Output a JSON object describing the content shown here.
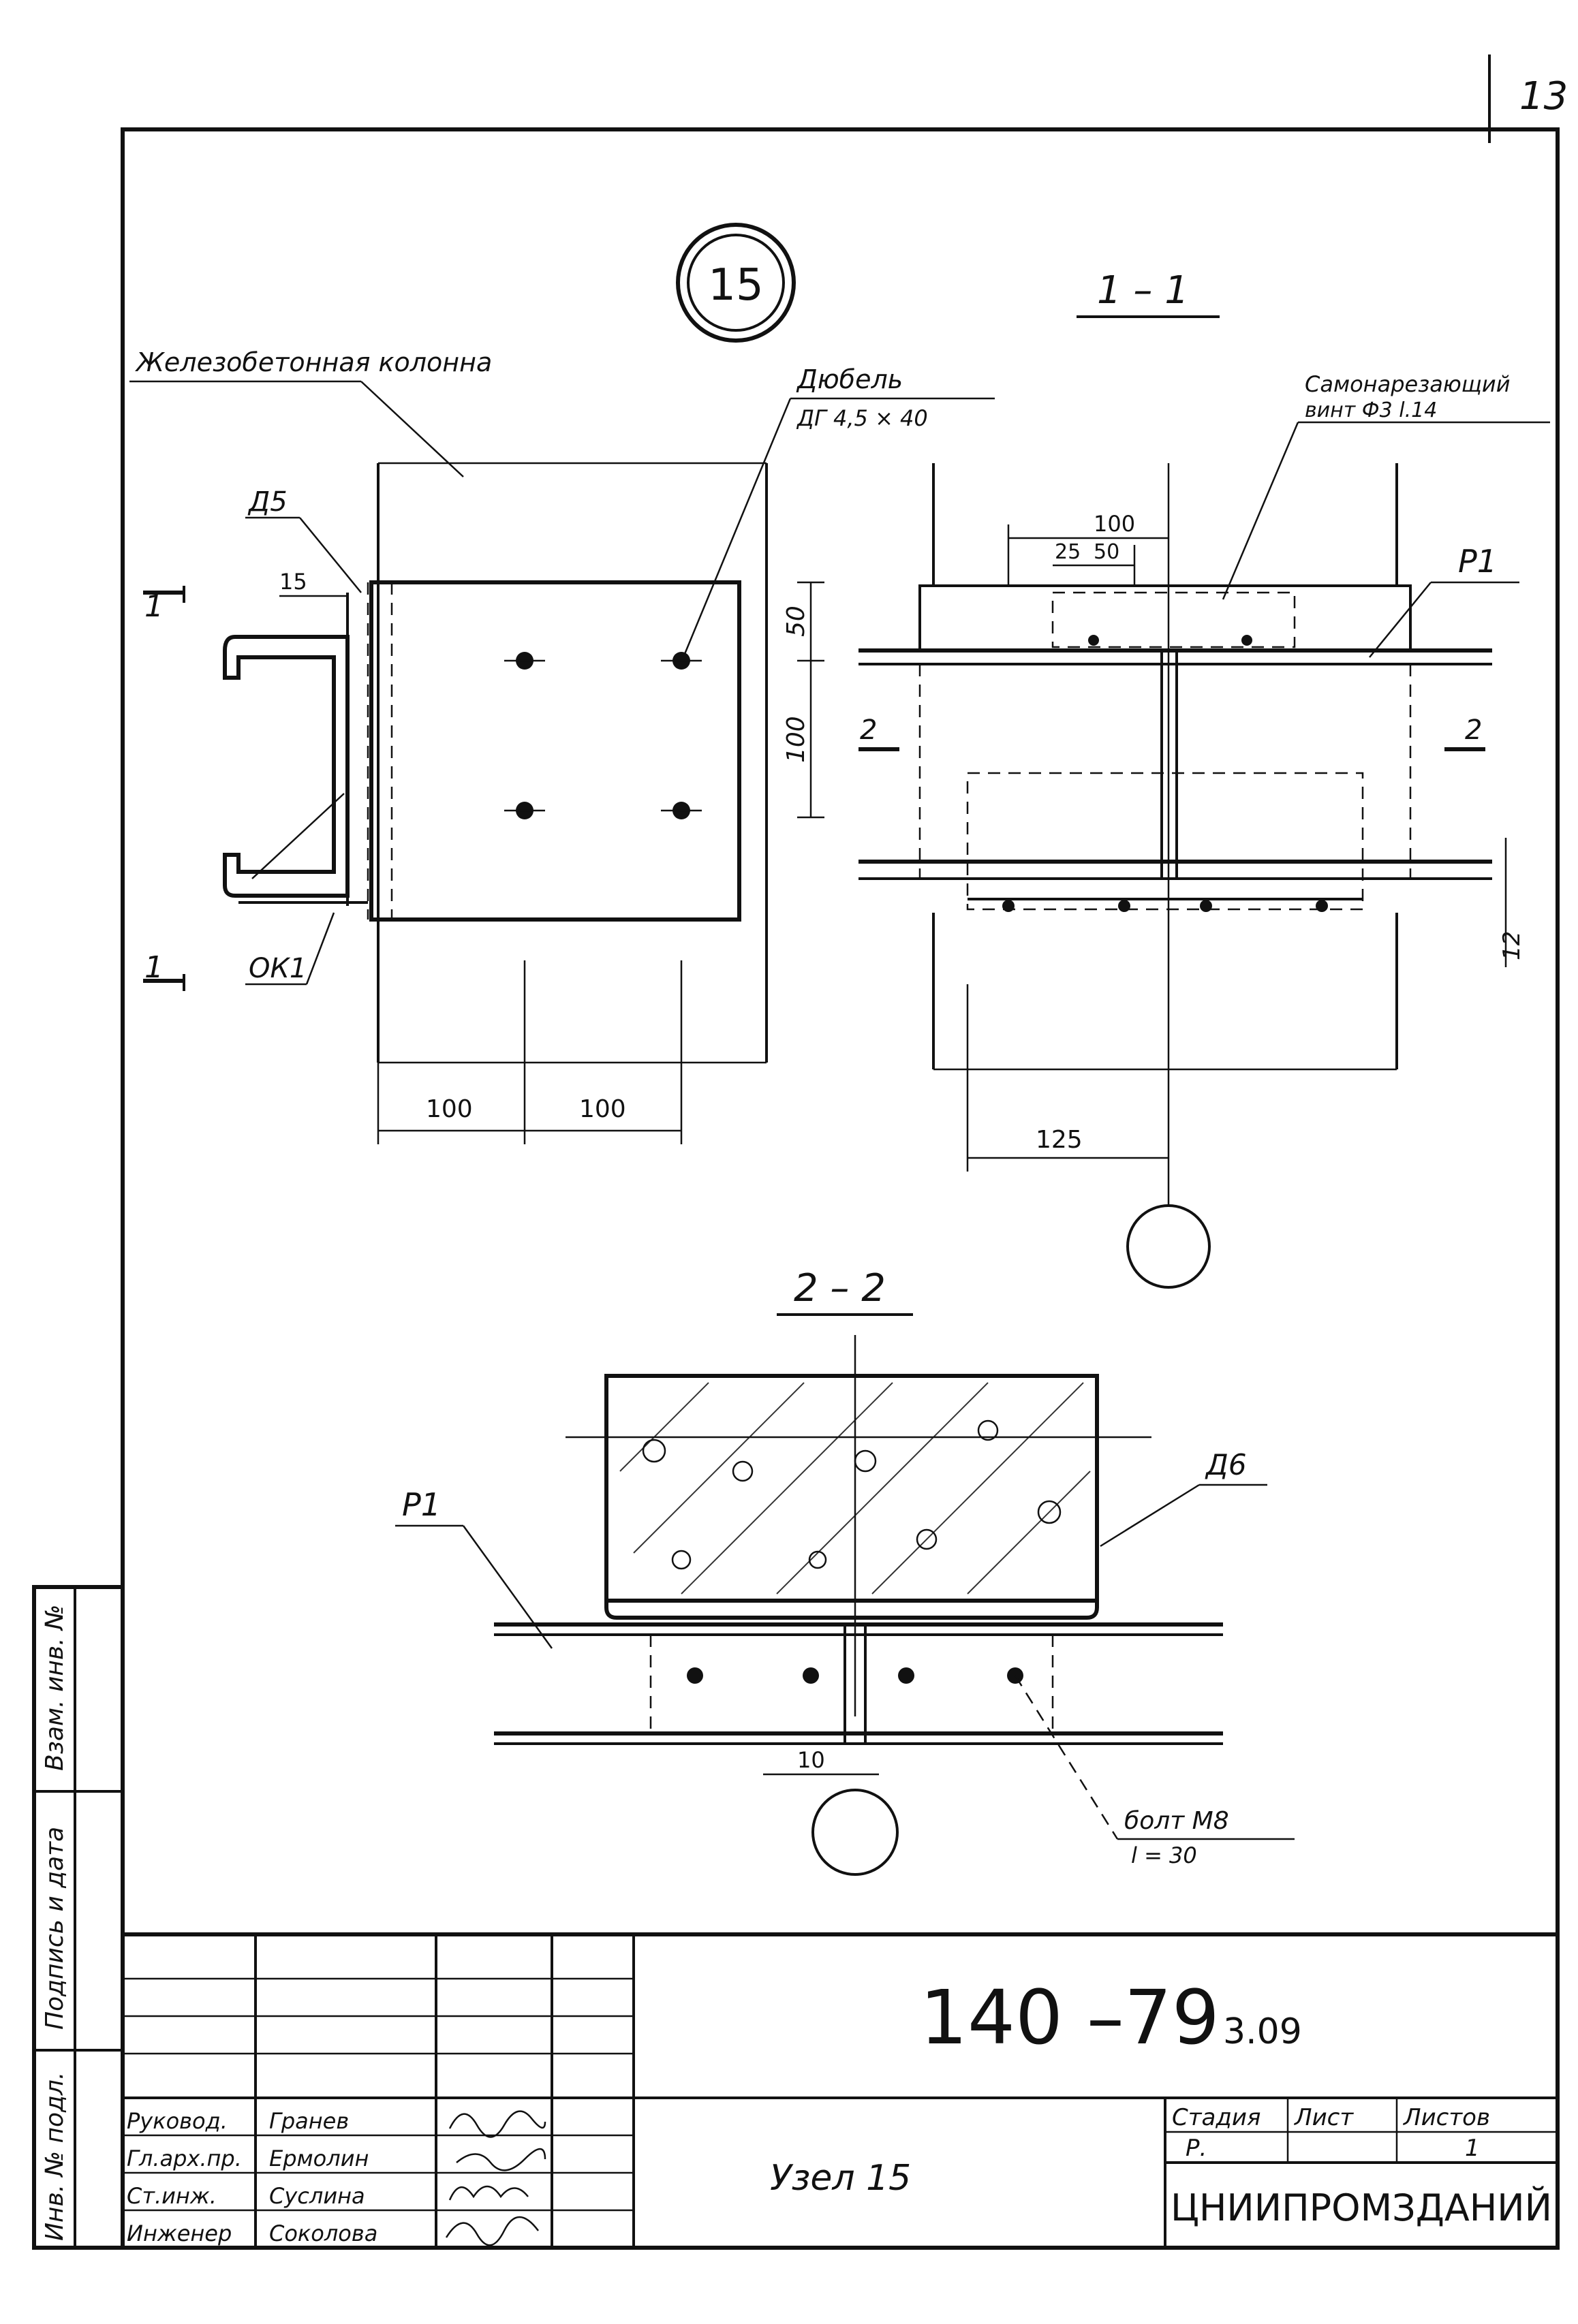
{
  "page_number": "13",
  "node_circle_label": "15",
  "views": {
    "plan": {
      "label_column": "Железобетонная колонна",
      "label_dowel": "Дюбель",
      "label_dowel_spec": "ДГ 4,5 × 40",
      "label_d5": "Д5",
      "label_ok1": "ОК1",
      "section_mark": "1",
      "dim_15": "15",
      "dim_50": "50",
      "dim_100_v": "100",
      "dim_100_a": "100",
      "dim_100_b": "100"
    },
    "section_1_1": {
      "title": "1 – 1",
      "label_screw": "Самонарезающий",
      "label_screw_spec": "винт Ф3 l.14",
      "label_p1": "Р1",
      "dim_100": "100",
      "dim_25": "25",
      "dim_50": "50",
      "dim_12": "12",
      "dim_125": "125",
      "cut_2_left": "2",
      "cut_2_right": "2"
    },
    "section_2_2": {
      "title": "2 – 2",
      "label_p1": "Р1",
      "label_d6": "Д6",
      "dim_10": "10",
      "label_bolt": "болт М8",
      "label_bolt_len": "l = 30"
    }
  },
  "side_stamp": {
    "vzam": "Взам. инв. №",
    "podpis": "Подпись и дата",
    "inv": "Инв. № подл."
  },
  "title_block": {
    "doc_number": "140 –79",
    "doc_suffix": "3.09",
    "title": "Узел 15",
    "stage_h": "Стадия",
    "sheet_h": "Лист",
    "sheets_h": "Листов",
    "stage": "Р.",
    "sheet": "",
    "sheets": "1",
    "org": "ЦНИИПРОМЗДАНИЙ",
    "people": [
      {
        "role": "Руковод.",
        "name": "Гранев"
      },
      {
        "role": "Гл.арх.пр.",
        "name": "Ермолин"
      },
      {
        "role": "Ст.инж.",
        "name": "Суслина"
      },
      {
        "role": "Инженер",
        "name": "Соколова"
      }
    ]
  }
}
